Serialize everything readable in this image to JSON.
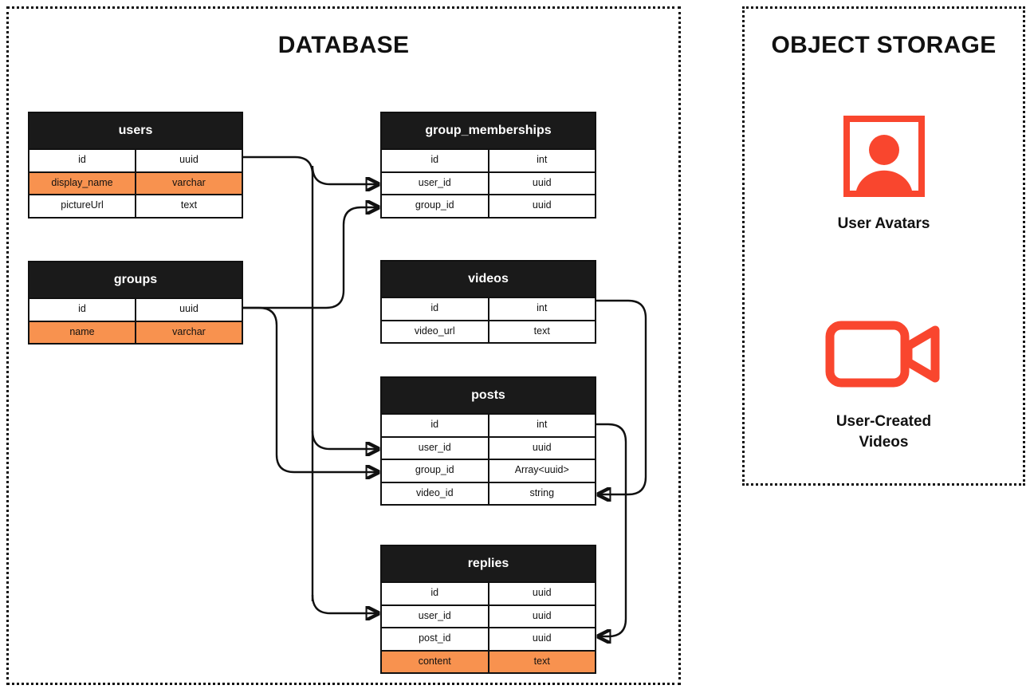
{
  "zones": {
    "database": {
      "title": "DATABASE"
    },
    "object_storage": {
      "title": "OBJECT STORAGE"
    }
  },
  "tables": [
    {
      "id": "users",
      "name": "users",
      "rows": [
        {
          "name": "id",
          "type": "uuid",
          "highlight": false
        },
        {
          "name": "display_name",
          "type": "varchar",
          "highlight": true
        },
        {
          "name": "pictureUrl",
          "type": "text",
          "highlight": false
        }
      ]
    },
    {
      "id": "groups",
      "name": "groups",
      "rows": [
        {
          "name": "id",
          "type": "uuid",
          "highlight": false
        },
        {
          "name": "name",
          "type": "varchar",
          "highlight": true
        }
      ]
    },
    {
      "id": "group_memberships",
      "name": "group_memberships",
      "rows": [
        {
          "name": "id",
          "type": "int",
          "highlight": false
        },
        {
          "name": "user_id",
          "type": "uuid",
          "highlight": false
        },
        {
          "name": "group_id",
          "type": "uuid",
          "highlight": false
        }
      ]
    },
    {
      "id": "videos",
      "name": "videos",
      "rows": [
        {
          "name": "id",
          "type": "int",
          "highlight": false
        },
        {
          "name": "video_url",
          "type": "text",
          "highlight": false
        }
      ]
    },
    {
      "id": "posts",
      "name": "posts",
      "rows": [
        {
          "name": "id",
          "type": "int",
          "highlight": false
        },
        {
          "name": "user_id",
          "type": "uuid",
          "highlight": false
        },
        {
          "name": "group_id",
          "type": "Array<uuid>",
          "highlight": false
        },
        {
          "name": "video_id",
          "type": "string",
          "highlight": false
        }
      ]
    },
    {
      "id": "replies",
      "name": "replies",
      "rows": [
        {
          "name": "id",
          "type": "uuid",
          "highlight": false
        },
        {
          "name": "user_id",
          "type": "uuid",
          "highlight": false
        },
        {
          "name": "post_id",
          "type": "uuid",
          "highlight": false
        },
        {
          "name": "content",
          "type": "text",
          "highlight": true
        }
      ]
    }
  ],
  "storage_items": [
    {
      "id": "user-avatars",
      "icon": "user-avatar-icon",
      "label": "User Avatars"
    },
    {
      "id": "user-created-videos",
      "icon": "video-camera-icon",
      "label": "User-Created\nVideos"
    }
  ],
  "relationships": [
    {
      "from": "users.id",
      "to": "group_memberships.user_id"
    },
    {
      "from": "groups.id",
      "to": "group_memberships.group_id"
    },
    {
      "from": "users.id",
      "to": "posts.user_id"
    },
    {
      "from": "groups.id",
      "to": "posts.group_id"
    },
    {
      "from": "users.id",
      "to": "replies.user_id"
    },
    {
      "from": "videos.id",
      "to": "posts.video_id"
    },
    {
      "from": "posts.id",
      "to": "replies.post_id"
    }
  ],
  "colors": {
    "highlight_row": "#F8924F",
    "icon_accent": "#F9462E",
    "table_header": "#1A1A1A",
    "stroke": "#111111",
    "background": "#FFFFFF"
  }
}
